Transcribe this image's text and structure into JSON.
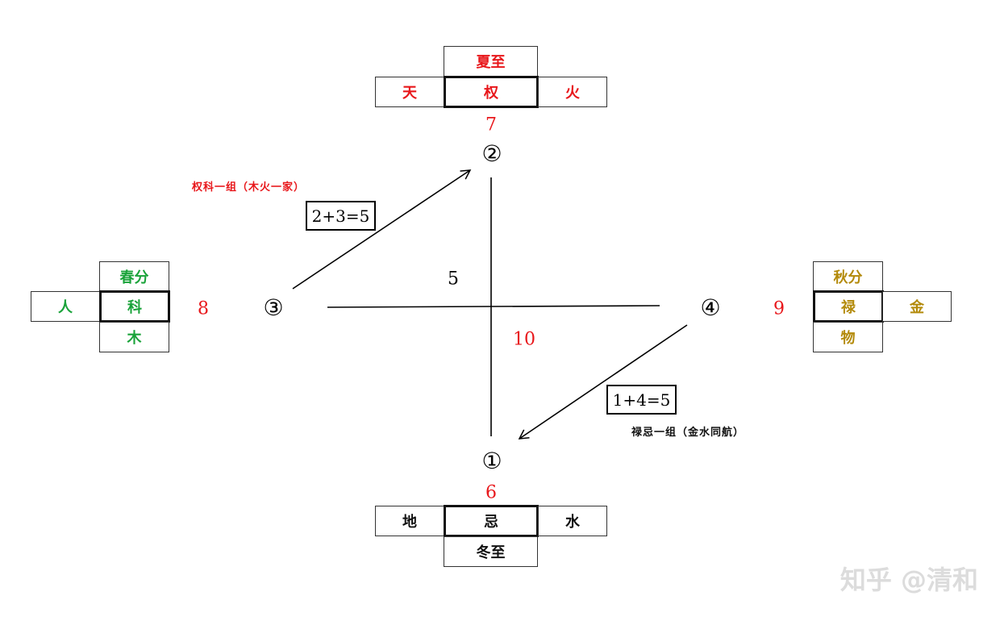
{
  "top": {
    "season": "夏至",
    "left": "天",
    "center": "权",
    "right": "火",
    "number": "7",
    "node": "②"
  },
  "left": {
    "season": "春分",
    "left": "人",
    "center": "科",
    "bottom": "木",
    "number": "8",
    "node": "③"
  },
  "right": {
    "season": "秋分",
    "center": "禄",
    "right": "金",
    "bottom": "物",
    "number": "9",
    "node": "④"
  },
  "bottom": {
    "left": "地",
    "center": "忌",
    "right": "水",
    "season": "冬至",
    "number": "6",
    "node": "①"
  },
  "center": {
    "number_top": "5",
    "number_bottom": "10"
  },
  "group_upper": {
    "caption": "权科一组（木火一家）",
    "sum": "2+3=5"
  },
  "group_lower": {
    "caption": "禄忌一组（金水同航）",
    "sum": "1+4=5"
  },
  "colors": {
    "red": "#e8171b",
    "green": "#1aa33a",
    "gold": "#b38a0a",
    "black": "#111111"
  },
  "watermark": "知乎 @清和"
}
